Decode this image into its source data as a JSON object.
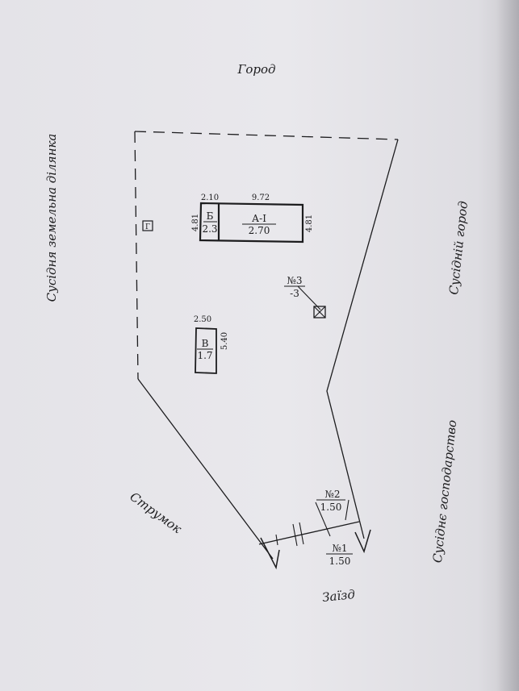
{
  "labels": {
    "top": "Город",
    "left": "Сусідня земельна ділянка",
    "right_upper": "Сусідній город",
    "right_lower": "Сусіднє господарство",
    "stream": "Струмок",
    "driveway": "Заїзд"
  },
  "buildings": {
    "a": {
      "name": "А-І",
      "height": "2.70",
      "length": "9.72",
      "width": "4.81"
    },
    "b": {
      "name": "Б",
      "height": "2.3",
      "length": "2.10",
      "width": "4.81"
    },
    "v": {
      "name": "В",
      "height": "1.7",
      "length": "2.50",
      "width": "5.40"
    }
  },
  "features": {
    "g": {
      "name": "Г"
    },
    "n3": {
      "name": "№3",
      "value": "-3"
    },
    "n2": {
      "name": "№2",
      "value": "1.50"
    },
    "n1": {
      "name": "№1",
      "value": "1.50"
    }
  }
}
